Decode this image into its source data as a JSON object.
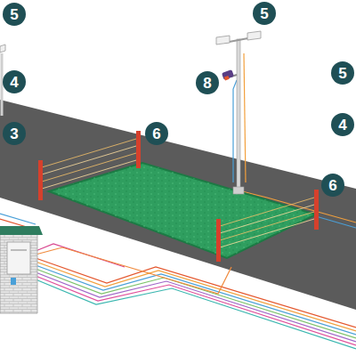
{
  "diagram": {
    "labels": [
      "5",
      "4",
      "3",
      "5",
      "8",
      "6",
      "6",
      "5",
      "4"
    ]
  }
}
